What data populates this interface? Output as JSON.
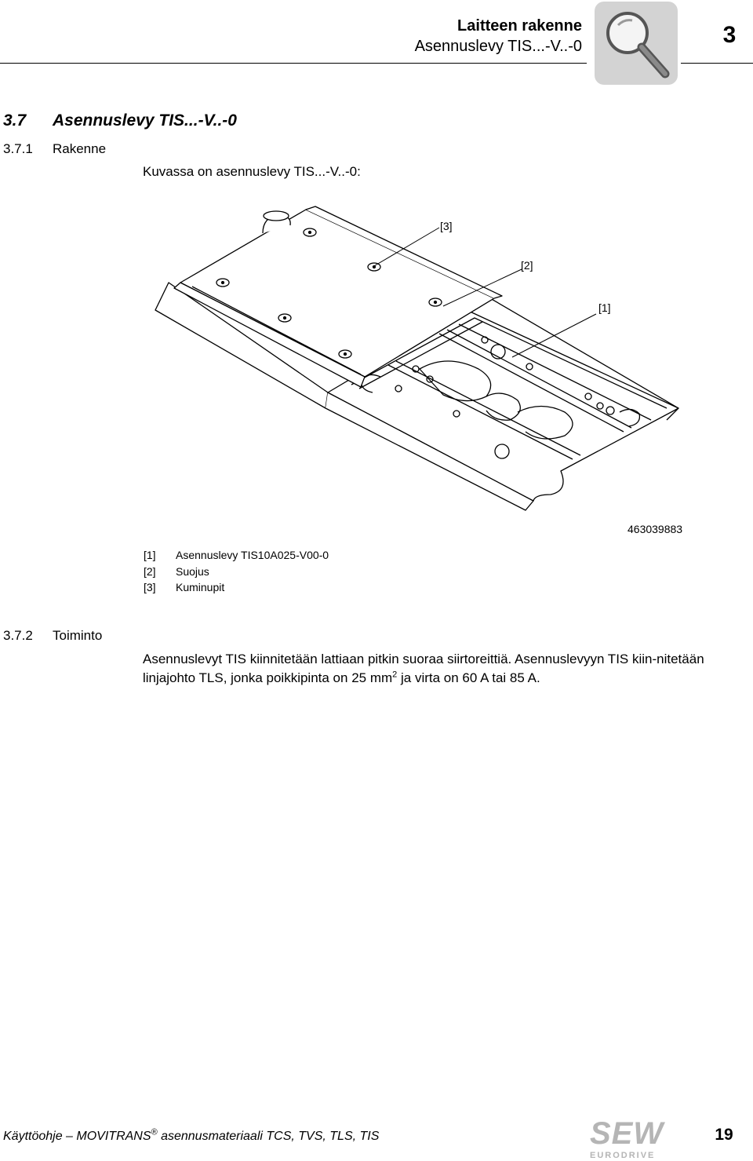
{
  "header": {
    "title": "Laitteen rakenne",
    "subtitle": "Asennuslevy TIS...-V..-0",
    "chapter_number": "3",
    "chapter_icon": "magnifier-icon"
  },
  "section": {
    "number": "3.7",
    "title": "Asennuslevy TIS...-V..-0"
  },
  "subsection_1": {
    "number": "3.7.1",
    "title": "Rakenne",
    "intro": "Kuvassa on asennuslevy TIS...-V..-0:"
  },
  "figure": {
    "callouts": [
      "[3]",
      "[2]",
      "[1]"
    ],
    "id": "463039883"
  },
  "legend": [
    {
      "key": "[1]",
      "text": "Asennuslevy TIS10A025-V00-0"
    },
    {
      "key": "[2]",
      "text": "Suojus"
    },
    {
      "key": "[3]",
      "text": "Kuminupit"
    }
  ],
  "subsection_2": {
    "number": "3.7.2",
    "title": "Toiminto",
    "para_part1": "Asennuslevyt TIS kiinnitetään lattiaan pitkin suoraa siirtoreittiä. Asennuslevyyn TIS kiin-nitetään linjajohto TLS, jonka poikkipinta on 25 mm",
    "para_sup": "2",
    "para_part2": " ja virta on 60 A tai 85 A."
  },
  "footer": {
    "doc_prefix": "Käyttöohje – MOVITRANS",
    "reg_mark": "®",
    "doc_suffix": " asennusmateriaali TCS, TVS, TLS, TIS",
    "logo_word": "SEW",
    "logo_sub": "EURODRIVE",
    "page_number": "19"
  }
}
